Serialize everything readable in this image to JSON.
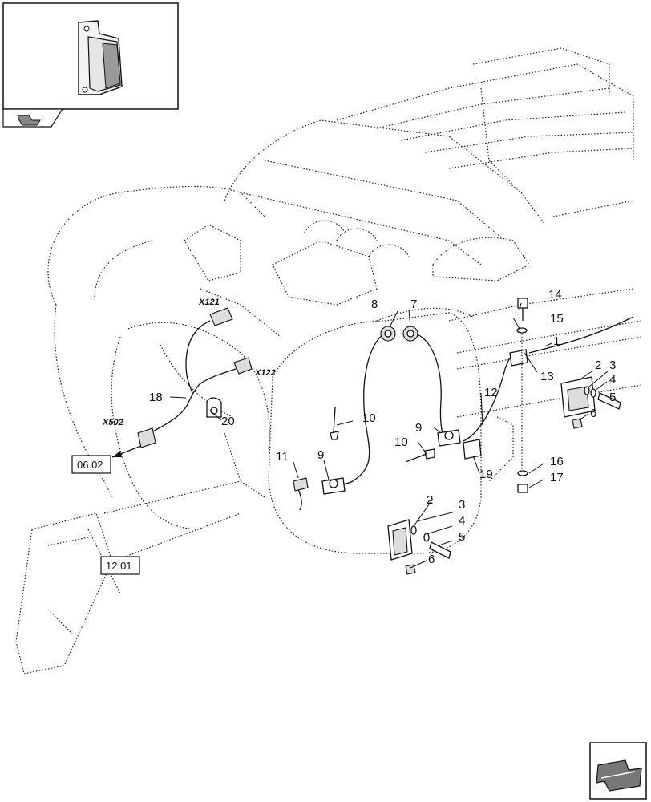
{
  "callouts": {
    "c1": "1",
    "c2a": "2",
    "c2b": "2",
    "c3a": "3",
    "c3b": "3",
    "c4a": "4",
    "c4b": "4",
    "c5a": "5",
    "c5b": "5",
    "c6a": "6",
    "c6b": "6",
    "c7": "7",
    "c8": "8",
    "c9a": "9",
    "c9b": "9",
    "c10a": "10",
    "c10b": "10",
    "c11": "11",
    "c12": "12",
    "c13": "13",
    "c14": "14",
    "c15": "15",
    "c16": "16",
    "c17": "17",
    "c18": "18",
    "c19": "19",
    "c20": "20"
  },
  "connectors": {
    "x121": "X121",
    "x122": "X122",
    "x502": "X502"
  },
  "refs": {
    "r0602": "06.02",
    "r1201": "12.01"
  },
  "icons": {
    "thumbnail": "reflector-thumbnail-icon",
    "corner_arrow": "navigation-arrow-icon",
    "small_arrow": "small-navigation-arrow-icon"
  }
}
